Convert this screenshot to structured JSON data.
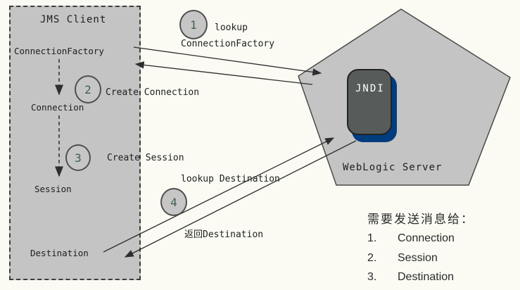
{
  "colors": {
    "background": "#fbfbf4",
    "shape_fill": "#c4c4c4",
    "shape_border": "#4a4a4a",
    "connector_line": "#3a3a3a",
    "step_number_text": "#3f6049",
    "jndi_fill": "#575c5a",
    "jndi_shadow": "#003d7e",
    "jndi_text": "#ffffff",
    "label_text": "#1e1e1e"
  },
  "client": {
    "title": "JMS Client",
    "objects": [
      "ConnectionFactory",
      "Connection",
      "Session",
      "Destination"
    ]
  },
  "steps": [
    {
      "number": "1",
      "line1": "lookup",
      "line2": "ConnectionFactory"
    },
    {
      "number": "2",
      "label": "Create Connection"
    },
    {
      "number": "3",
      "label": "Create Session"
    },
    {
      "number": "4",
      "request_label": "lookup Destination",
      "response_label": "返回Destination"
    }
  ],
  "server": {
    "title": "WebLogic Server",
    "jndi_label": "JNDI"
  },
  "note": {
    "heading": "需要发送消息给：",
    "items": [
      {
        "number": "1.",
        "label": "Connection"
      },
      {
        "number": "2.",
        "label": "Session"
      },
      {
        "number": "3.",
        "label": "Destination"
      }
    ]
  }
}
